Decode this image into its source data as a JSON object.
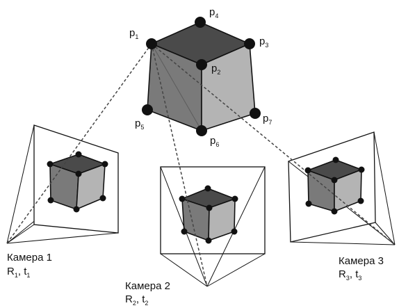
{
  "points": {
    "p1": {
      "letter": "p",
      "index": "1"
    },
    "p2": {
      "letter": "p",
      "index": "2"
    },
    "p3": {
      "letter": "p",
      "index": "3"
    },
    "p4": {
      "letter": "p",
      "index": "4"
    },
    "p5": {
      "letter": "p",
      "index": "5"
    },
    "p6": {
      "letter": "p",
      "index": "6"
    },
    "p7": {
      "letter": "p",
      "index": "7"
    }
  },
  "cameras": [
    {
      "title": "Камера 1",
      "R": "R",
      "R_index": "1",
      "sep": ", ",
      "t": "t",
      "t_index": "1"
    },
    {
      "title": "Камера 2",
      "R": "R",
      "R_index": "2",
      "sep": ", ",
      "t": "t",
      "t_index": "2"
    },
    {
      "title": "Камера 3",
      "R": "R",
      "R_index": "3",
      "sep": ", ",
      "t": "t",
      "t_index": "3"
    }
  ],
  "colors": {
    "top_face": "#4a4a4a",
    "left_face": "#7a7a7a",
    "right_face": "#b4b4b4",
    "vertex": "#111111",
    "ray": "#444444"
  }
}
